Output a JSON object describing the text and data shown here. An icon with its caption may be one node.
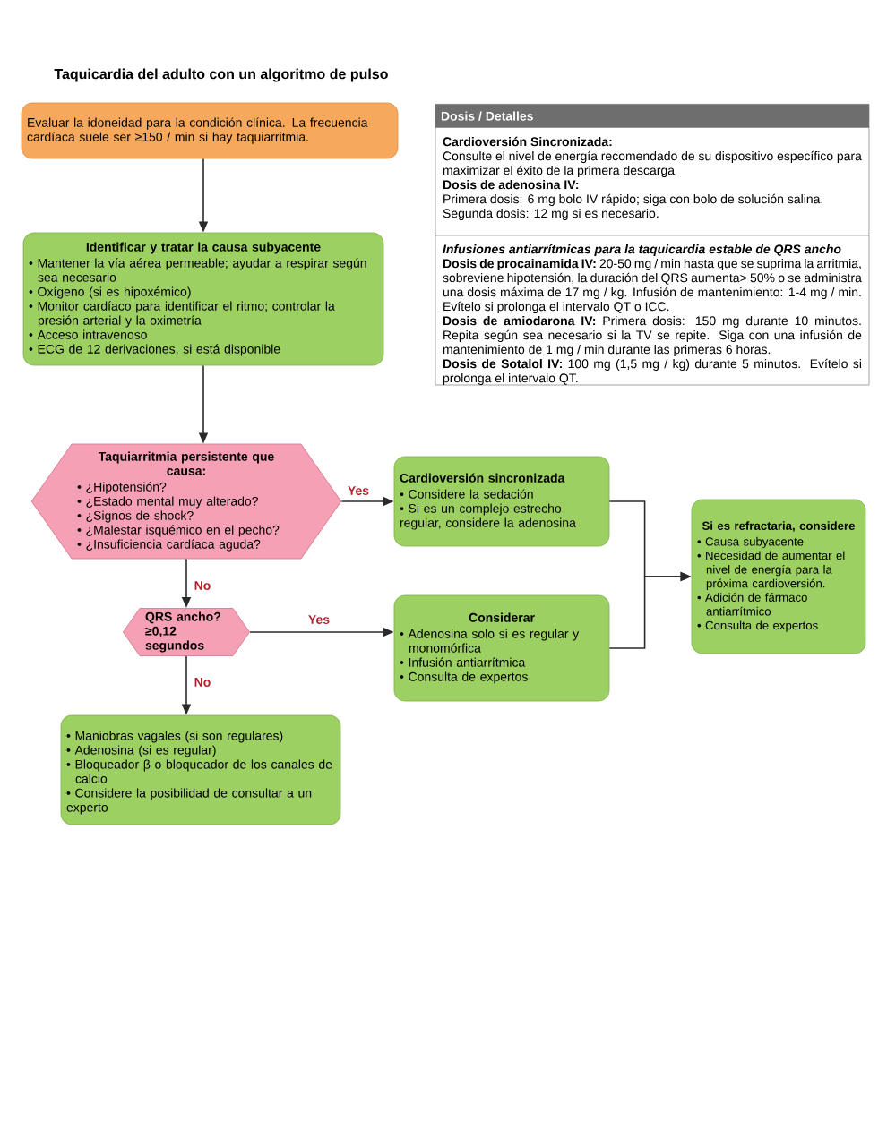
{
  "diagram": {
    "title": "Taquicardia del adulto con un algoritmo de pulso",
    "nodes": [
      {
        "text": [
          "Evaluar la idoneidad para la condición clínica. La frecuencia cardíaca suele ser ≥150 / min si hay taquiarritmia."
        ]
      },
      {
        "text": [
          "Identificar y tratar la causa subyacente",
          "• Mantener la vía aérea permeable; ayudar a respirar según sea necesario",
          "• Oxígeno (si es hipoxémico)",
          "• Monitor cardíaco para identificar el ritmo; controlar la presión arterial y la oximetría",
          "• Acceso intravenoso",
          "• ECG de 12 derivaciones, si está disponible"
        ]
      },
      {
        "text": [
          "Taquiarritmia persistente que causa:",
          "• ¿Hipotensión?",
          "• ¿Estado mental muy alterado?",
          "• ¿Signos de shock?",
          "• ¿Malestar isquémico en el pecho?",
          "• ¿Insuficiencia cardíaca aguda?"
        ]
      },
      {
        "text": [
          "Cardioversión sincronizada",
          "• Considere la sedación",
          "• Si es un complejo estrecho regular, considere la adenosina"
        ]
      },
      {
        "text": [
          "QRS ancho? ≥0,12 segundos"
        ]
      },
      {
        "text": [
          "Considerar",
          "• Adenosina solo si es regular y monomórfica",
          "• Infusión antiarrítmica",
          "• Consulta de expertos"
        ]
      },
      {
        "text": [
          "Si es refractaria, considere",
          "• Causa subyacente",
          "• Necesidad de aumentar el nivel de energía para la próxima cardioversión.",
          "• Adición de fármaco antiarrítmico",
          "• Consulta de expertos"
        ]
      },
      {
        "text": [
          "• Maniobras vagales (si son regulares)",
          "• Adenosina (si es regular)",
          "• Bloqueador β o bloqueador de los canales de calcio",
          "• Considere la posibilidad de consultar a un experto"
        ]
      },
      {
        "text": [
          "Dosis / Detalles",
          "Cardioversión Sincronizada:",
          "Consulte el nivel de energía recomendado de su dispositivo específico para maximizar el éxito de la primera descarga",
          "Dosis de adenosina IV:",
          "Primera dosis: 6 mg bolo IV rápido; siga con bolo de solución salina. Segunda dosis: 12 mg si es necesario.",
          "Infusiones antiarrítmicas para la taquicardia estable de QRS ancho",
          "**Dosis de procainamida IV:** 20-50 mg / min hasta que se suprima la arritmia, sobreviene hipotensión, la duración del QRS aumenta> 50% o se administra una dosis máxima de 17 mg / kg. Infusión de mantenimiento: 1-4 mg / min. Evítelo si prolonga el intervalo QT o ICC.",
          "**Dosis de amiodarona IV:** Primera dosis: 150 mg durante 10 minutos. Repita según sea necesario si la TV se repite. Siga con una infusión de mantenimiento de 1 mg / min durante las primeras 6 horas.",
          "**Dosis de Sotalol IV:** 100 mg (1,5 mg / kg) durante 5 minutos. Evítelo si prolonga el intervalo QT."
        ]
      }
    ],
    "edges": [
      {
        "from": 0,
        "to": 1,
        "arrow": "to"
      },
      {
        "from": 1,
        "to": 2,
        "arrow": "to"
      },
      {
        "from": 2,
        "to": 3,
        "arrow": "to",
        "label": "Yes"
      },
      {
        "from": 2,
        "to": 4,
        "arrow": "to",
        "label": "No"
      },
      {
        "from": 4,
        "to": 5,
        "arrow": "to",
        "label": "Yes"
      },
      {
        "from": 4,
        "to": 7,
        "arrow": "to",
        "label": "No"
      },
      {
        "from": 3,
        "to": 6,
        "arrow": "to"
      },
      {
        "from": 5,
        "to": 6,
        "arrow": "to"
      }
    ]
  }
}
